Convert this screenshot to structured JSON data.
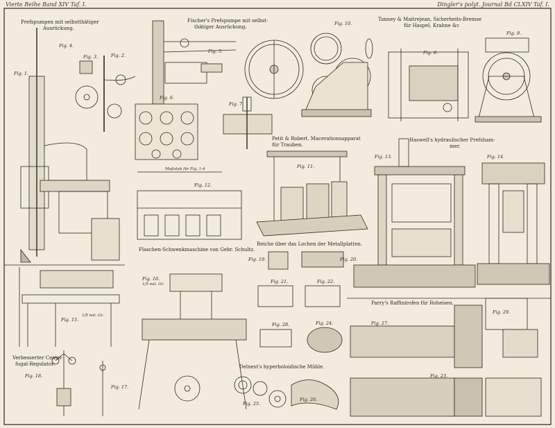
{
  "header": {
    "left": "Vierte Reihe Band XIV Taf. I.",
    "right": "Dingler's polyt. Journal Bd CLXIV Taf. I."
  },
  "captions": {
    "presspumpen": "Prefspumpen mit selbstthätiger",
    "presspumpen_2": "Ausrückung.",
    "fischer": "Fischer's Prefspumpe mit selbst-",
    "fischer_2": "thätiger Ausrückung.",
    "tanney": "Tanney & Maitrejean, Sicherheits-Bremse",
    "tanney_2": "für Haspel, Krahne &c",
    "petit": "Petit & Robert. Macerationsapparat",
    "petit_2": "für Trauben.",
    "haswell": "Haswell's hydraulischer Prefsham-",
    "haswell_2": "mer.",
    "flaschen": "Flaschen-Schwenkmaschine von Gebr. Schultz.",
    "reiche": "Reiche über das Lochen der Metallplatten.",
    "parry": "Parry's Raffinirofen für Roheisen.",
    "centrifugal": "Verbesserter Centri-",
    "centrifugal_2": "fugal-Regulator.",
    "delnest": "Delnest's hyperboloidische Mühle.",
    "massstab": "Maßstab für Fig. 1-4"
  },
  "figures": [
    {
      "id": "fig1",
      "label": "Fig. 1."
    },
    {
      "id": "fig2",
      "label": "Fig. 2."
    },
    {
      "id": "fig3",
      "label": "Fig. 3."
    },
    {
      "id": "fig4",
      "label": "Fig. 4."
    },
    {
      "id": "fig5",
      "label": "Fig. 5."
    },
    {
      "id": "fig6",
      "label": "Fig. 6."
    },
    {
      "id": "fig7",
      "label": "Fig. 7."
    },
    {
      "id": "fig8",
      "label": "Fig. 8."
    },
    {
      "id": "fig9",
      "label": "Fig. 9."
    },
    {
      "id": "fig10",
      "label": "Fig. 10."
    },
    {
      "id": "fig11",
      "label": "Fig. 11."
    },
    {
      "id": "fig12",
      "label": "Fig. 12."
    },
    {
      "id": "fig13",
      "label": "Fig. 13."
    },
    {
      "id": "fig14",
      "label": "Fig. 14."
    },
    {
      "id": "fig15",
      "label": "Fig. 15."
    },
    {
      "id": "fig16",
      "label": "Fig. 16."
    },
    {
      "id": "fig17",
      "label": "Fig. 17."
    },
    {
      "id": "fig18",
      "label": "Fig. 18."
    },
    {
      "id": "fig19",
      "label": "Fig. 19."
    },
    {
      "id": "fig20",
      "label": "Fig. 20."
    },
    {
      "id": "fig21",
      "label": "Fig. 21."
    },
    {
      "id": "fig22",
      "label": "Fig. 22."
    },
    {
      "id": "fig23",
      "label": "Fig. 23."
    },
    {
      "id": "fig24",
      "label": "Fig. 24."
    },
    {
      "id": "fig25",
      "label": "Fig. 25."
    },
    {
      "id": "fig26",
      "label": "Fig. 26."
    },
    {
      "id": "fig27",
      "label": "Fig. 27."
    },
    {
      "id": "fig28",
      "label": "Fig. 28."
    },
    {
      "id": "fig29",
      "label": "Fig. 29."
    }
  ],
  "scale_notes": {
    "fig15": "1/5 nat. Gr.",
    "fig16": "1/5 nat. Gr."
  },
  "colors": {
    "paper": "#f1ecdd",
    "ink": "#2a2620"
  }
}
